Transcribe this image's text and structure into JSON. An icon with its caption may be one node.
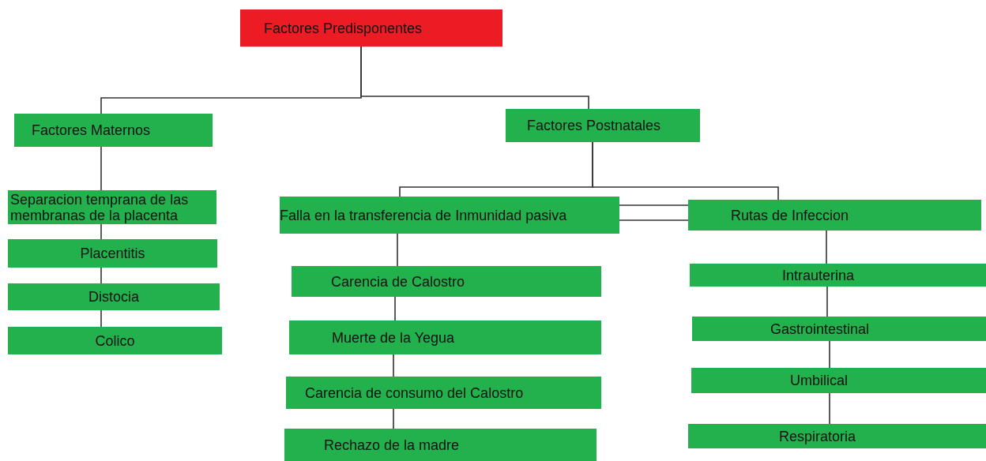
{
  "diagram": {
    "nodes": [
      {
        "text": [
          "Factores Predisponentes"
        ]
      },
      {
        "text": [
          "Factores Maternos"
        ]
      },
      {
        "text": [
          "Factores Postnatales"
        ]
      },
      {
        "text": [
          "Separacion temprana de las membranas de la placenta"
        ]
      },
      {
        "text": [
          "Placentitis"
        ]
      },
      {
        "text": [
          "Distocia"
        ]
      },
      {
        "text": [
          "Colico"
        ]
      },
      {
        "text": [
          "Falla en la transferencia de Inmunidad pasiva"
        ]
      },
      {
        "text": [
          "Rutas de Infeccion"
        ]
      },
      {
        "text": [
          "Carencia de Calostro"
        ]
      },
      {
        "text": [
          "Muerte de la Yegua"
        ]
      },
      {
        "text": [
          "Carencia de consumo del Calostro"
        ]
      },
      {
        "text": [
          "Rechazo de la madre"
        ]
      },
      {
        "text": [
          "Intrauterina"
        ]
      },
      {
        "text": [
          "Gastrointestinal"
        ]
      },
      {
        "text": [
          "Umbilical"
        ]
      },
      {
        "text": [
          "Respiratoria"
        ]
      }
    ],
    "edges": [
      {
        "from": 0,
        "to": 1,
        "arrow": "none"
      },
      {
        "from": 0,
        "to": 2,
        "arrow": "none"
      },
      {
        "from": 1,
        "to": 3,
        "arrow": "none"
      },
      {
        "from": 3,
        "to": 4,
        "arrow": "none"
      },
      {
        "from": 4,
        "to": 5,
        "arrow": "none"
      },
      {
        "from": 5,
        "to": 6,
        "arrow": "none"
      },
      {
        "from": 2,
        "to": 7,
        "arrow": "none"
      },
      {
        "from": 2,
        "to": 8,
        "arrow": "none"
      },
      {
        "from": 7,
        "to": 8,
        "arrow": "none"
      },
      {
        "from": 7,
        "to": 8,
        "arrow": "none"
      },
      {
        "from": 7,
        "to": 9,
        "arrow": "none"
      },
      {
        "from": 9,
        "to": 10,
        "arrow": "none"
      },
      {
        "from": 10,
        "to": 11,
        "arrow": "none"
      },
      {
        "from": 11,
        "to": 12,
        "arrow": "none"
      },
      {
        "from": 8,
        "to": 13,
        "arrow": "none"
      },
      {
        "from": 13,
        "to": 14,
        "arrow": "none"
      },
      {
        "from": 14,
        "to": 15,
        "arrow": "none"
      },
      {
        "from": 15,
        "to": 16,
        "arrow": "none"
      }
    ]
  }
}
